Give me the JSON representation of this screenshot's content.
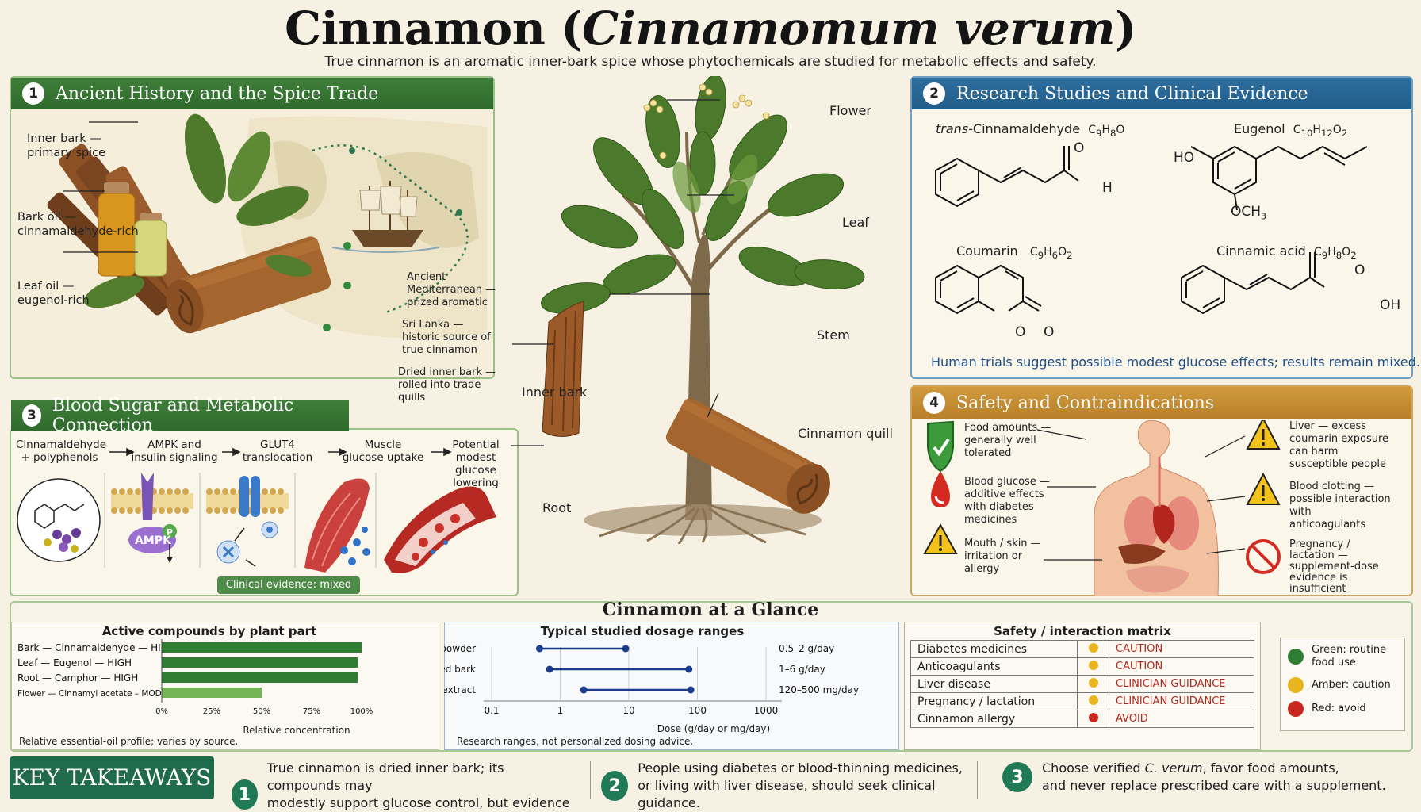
{
  "title": {
    "main": "Cinnamon (",
    "species": "Cinnamomum verum",
    "close": ")",
    "subtitle": "True cinnamon is an aromatic inner-bark spice whose phytochemicals are studied for metabolic effects and safety."
  },
  "sections": {
    "s1": {
      "number": "1",
      "title": "Ancient History and the Spice Trade",
      "labels": {
        "inner_bark": "Inner bark —",
        "inner_bark_sub": "primary spice",
        "bark_oil": "Bark oil —",
        "bark_oil_sub": "cinnamaldehyde-rich",
        "leaf_oil": "Leaf oil —",
        "leaf_oil_sub": "eugenol-rich"
      },
      "legend": [
        {
          "l1": "Ancient",
          "l2": "Mediterranean —",
          "l3": "prized aromatic"
        },
        {
          "l1": "Sri Lanka —",
          "l2": "historic source of",
          "l3": "true cinnamon"
        },
        {
          "l1": "Dried inner bark —",
          "l2": "rolled into trade",
          "l3": "quills"
        }
      ]
    },
    "s2": {
      "number": "2",
      "title": "Research Studies and Clinical Evidence",
      "compounds": [
        {
          "name": "Cinnamaldehyde",
          "prefix": "trans-",
          "formula": "C9H8O"
        },
        {
          "name": "Eugenol",
          "formula": "C10H12O2"
        },
        {
          "name": "Coumarin",
          "formula": "C9H6O2"
        },
        {
          "name": "Cinnamic acid",
          "formula": "C9H8O2"
        }
      ],
      "atoms": {
        "o": "O",
        "h": "H",
        "ho": "HO",
        "och3": "OCH3",
        "oh": "OH"
      },
      "note": "Human trials suggest possible modest glucose effects; results remain mixed."
    },
    "s3": {
      "number": "3",
      "title": "Blood Sugar and Metabolic Connection",
      "steps": [
        {
          "l1": "Cinnamaldehyde",
          "l2": "+ polyphenols"
        },
        {
          "l1": "AMPK and",
          "l2": "insulin signaling"
        },
        {
          "l1": "GLUT4",
          "l2": "translocation"
        },
        {
          "l1": "Muscle",
          "l2": "glucose uptake"
        },
        {
          "l1": "Potential",
          "l2": "modest glucose",
          "l3": "lowering"
        }
      ],
      "ampk": "AMPK",
      "p": "P",
      "evidence": "Clinical evidence: mixed"
    },
    "s4": {
      "number": "4",
      "title": "Safety and Contraindications",
      "left": [
        {
          "l1": "Food amounts —",
          "l2": "generally well",
          "l3": "tolerated"
        },
        {
          "l1": "Blood glucose —",
          "l2": "additive effects",
          "l3": "with diabetes",
          "l4": "medicines"
        },
        {
          "l1": "Mouth / skin —",
          "l2": "irritation or",
          "l3": "allergy"
        }
      ],
      "right": [
        {
          "l1": "Liver — excess",
          "l2": "coumarin exposure",
          "l3": "can harm",
          "l4": "susceptible people"
        },
        {
          "l1": "Blood clotting —",
          "l2": "possible interaction",
          "l3": "with",
          "l4": "anticoagulants"
        },
        {
          "l1": "Pregnancy /",
          "l2": "lactation —",
          "l3": "supplement-dose",
          "l4": "evidence is",
          "l5": "insufficient"
        }
      ]
    }
  },
  "plant_labels": {
    "flower": "Flower",
    "leaf": "Leaf",
    "stem": "Stem",
    "inner_bark": "Inner bark",
    "quill": "Cinnamon quill",
    "root": "Root"
  },
  "glance": {
    "title": "Cinnamon at a Glance",
    "compounds_chart": {
      "title": "Active compounds by plant part",
      "xlabel": "Relative concentration",
      "note": "Relative essential-oil profile; varies by source."
    },
    "dosage_chart": {
      "title": "Typical studied dosage ranges",
      "xlabel": "Dose (g/day or mg/day)",
      "note": "Research ranges, not personalized dosing advice."
    },
    "matrix": {
      "title": "Safety / interaction matrix",
      "rows": [
        {
          "item": "Diabetes medicines",
          "level": "CAUTION",
          "color": "#e8b51e"
        },
        {
          "item": "Anticoagulants",
          "level": "CAUTION",
          "color": "#e8b51e"
        },
        {
          "item": "Liver disease",
          "level": "CLINICIAN GUIDANCE",
          "color": "#e8b51e"
        },
        {
          "item": "Pregnancy / lactation",
          "level": "CLINICIAN GUIDANCE",
          "color": "#e8b51e"
        },
        {
          "item": "Cinnamon allergy",
          "level": "AVOID",
          "color": "#c8261e"
        }
      ]
    },
    "legend": [
      {
        "l1": "Green: routine",
        "l2": "food use",
        "color": "#2f7d32"
      },
      {
        "l1": "Amber: caution",
        "color": "#e8b51e"
      },
      {
        "l1": "Red: avoid",
        "color": "#c8261e"
      }
    ]
  },
  "chart_data": [
    {
      "type": "bar",
      "orientation": "horizontal",
      "title": "Active compounds by plant part",
      "xlabel": "Relative concentration",
      "categories": [
        "Bark — Cinnamaldehyde — HIGH",
        "Leaf — Eugenol — HIGH",
        "Root — Camphor — HIGH",
        "Flower — Cinnamyl acetate – MODERATE"
      ],
      "values": [
        100,
        98,
        98,
        50
      ],
      "xlim": [
        0,
        100
      ],
      "xticks": [
        "0%",
        "25%",
        "50%",
        "75%",
        "100%"
      ],
      "bar_colors": [
        "#2f7d32",
        "#2f7d32",
        "#2f7d32",
        "#74b356"
      ]
    },
    {
      "type": "range",
      "title": "Typical studied dosage ranges",
      "xlabel": "Dose (g/day or mg/day)",
      "scale": "log",
      "xlim": [
        0.1,
        1000
      ],
      "xticks": [
        "0.1",
        "1",
        "10",
        "100",
        "1000"
      ],
      "series": [
        {
          "name": "Culinary powder",
          "low": 0.5,
          "high": 2,
          "label": "0.5–2 g/day",
          "plot_low": 0.5,
          "plot_high": 9
        },
        {
          "name": "Powdered bark",
          "low": 1,
          "high": 6,
          "label": "1–6 g/day",
          "plot_low": 0.7,
          "plot_high": 75
        },
        {
          "name": "Standardized extract",
          "low": 120,
          "high": 500,
          "label": "120–500 mg/day",
          "plot_low": 2.2,
          "plot_high": 80
        }
      ]
    }
  ],
  "takeaways": {
    "label": "KEY TAKEAWAYS",
    "items": [
      {
        "n": "1",
        "l1": "True cinnamon is dried inner bark; its compounds may",
        "l2": "modestly support glucose control, but evidence is mixed."
      },
      {
        "n": "2",
        "l1": "People using diabetes or blood-thinning medicines,",
        "l2": "or living with liver disease, should seek clinical guidance."
      },
      {
        "n": "3",
        "l1a": "Choose verified ",
        "l1b": "C. verum",
        "l1c": ", favor food amounts,",
        "l2": "and never replace prescribed care with a supplement."
      }
    ]
  },
  "colors": {
    "green": "#2f6a2c",
    "blue": "#215d8a",
    "gold": "#b8802a",
    "bar": "#2f7d32",
    "dose_line": "#1a3c8c"
  }
}
